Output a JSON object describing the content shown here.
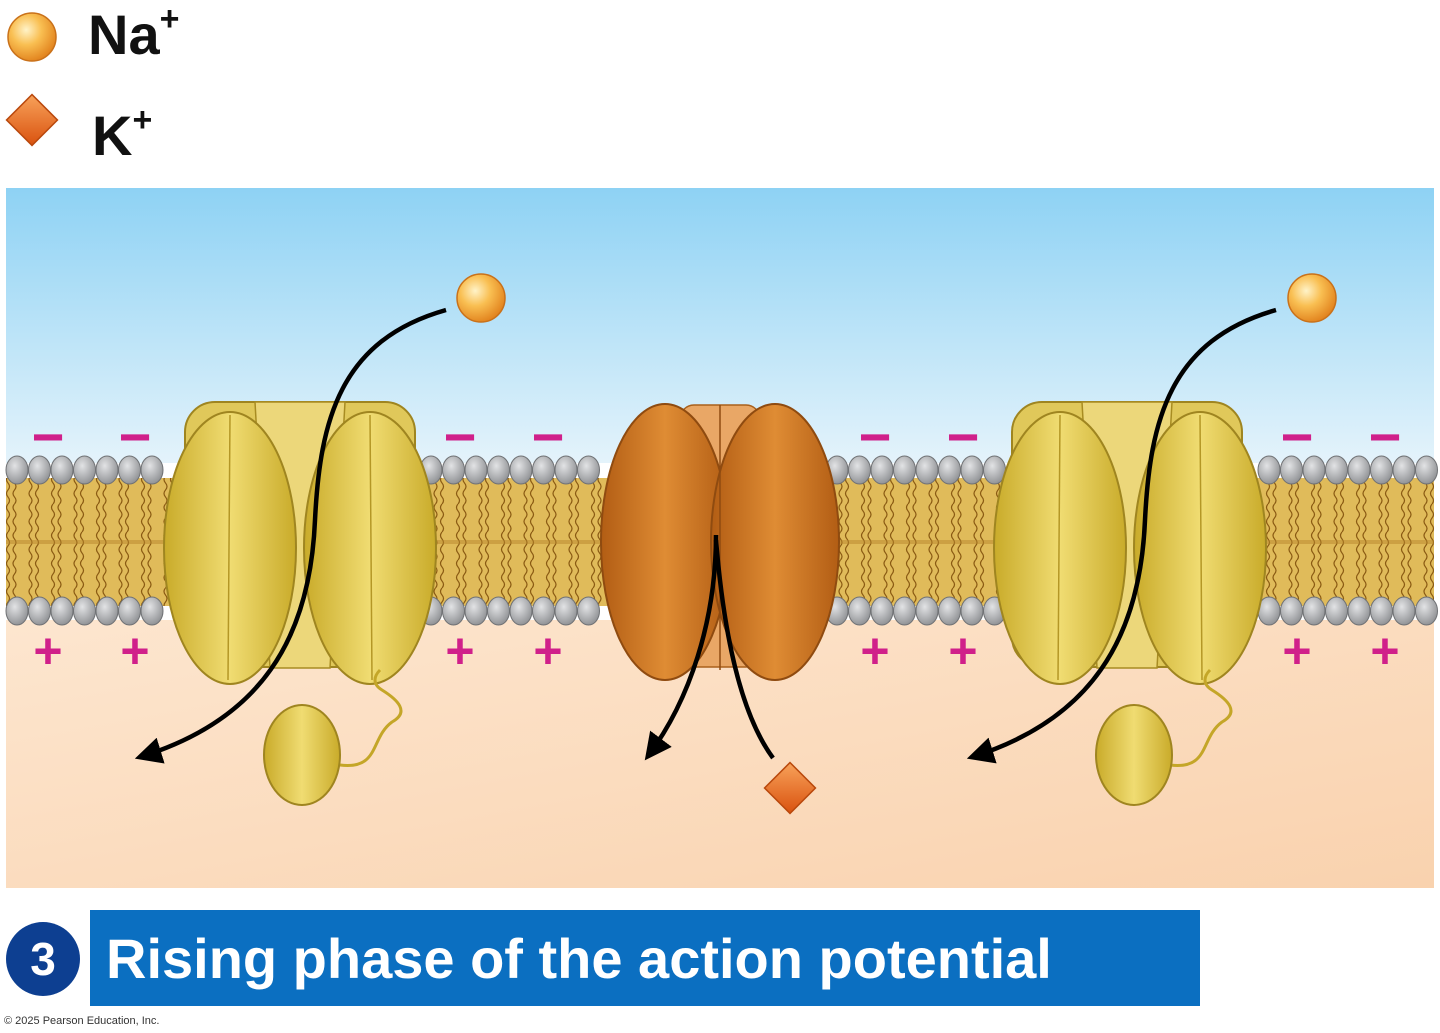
{
  "legend": {
    "items": [
      {
        "symbol": "circle",
        "base": "Na",
        "sup": "+",
        "color": "#f7a93b"
      },
      {
        "symbol": "diamond",
        "base": "K",
        "sup": "+",
        "color": "#ec6a1e"
      }
    ]
  },
  "membrane": {
    "outside_charge": "−",
    "inside_charge": "+",
    "channels": [
      {
        "kind": "voltage-gated Na+ channel",
        "state": "open",
        "color": "#d8be3c",
        "ion": "Na+"
      },
      {
        "kind": "voltage-gated K+ channel",
        "state": "closed",
        "color": "#c86c1e",
        "ion": "K+"
      },
      {
        "kind": "voltage-gated Na+ channel",
        "state": "open",
        "color": "#d8be3c",
        "ion": "Na+"
      }
    ]
  },
  "colors": {
    "extracellular": "#8fd2f2",
    "intracellular": "#fbdcc0",
    "phospholipid_head": "#a7a9ac",
    "lipid_tail": "#c99a3a",
    "charge": "#d0208a",
    "caption_bar": "#0b6fc1",
    "step_badge": "#0d3f91"
  },
  "step": {
    "number": "3",
    "title": "Rising phase of the action potential"
  },
  "copyright": "© 2025 Pearson Education, Inc."
}
